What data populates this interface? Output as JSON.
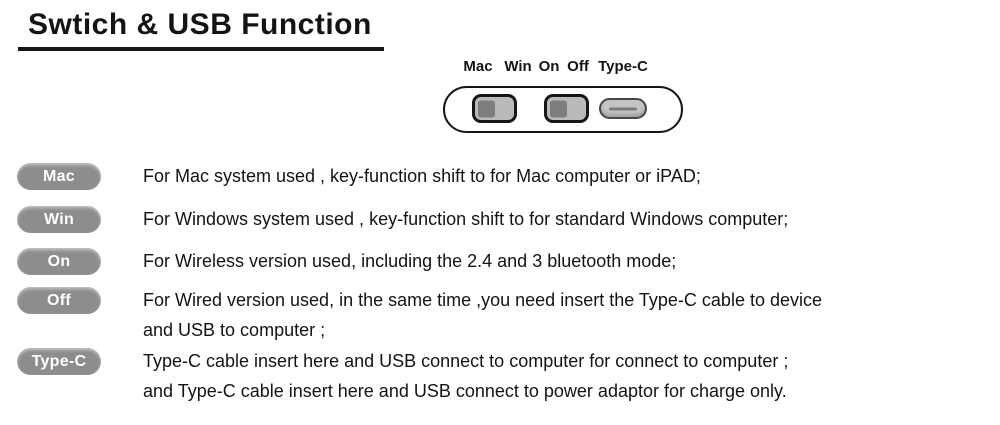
{
  "title": {
    "text": "Swtich & USB Function"
  },
  "diagram": {
    "labels": [
      "Mac",
      "Win",
      "On",
      "Off",
      "Type-C"
    ],
    "switch_1": {
      "position": "Mac"
    },
    "switch_2": {
      "position": "On"
    },
    "port": {
      "type": "Type-C"
    }
  },
  "legend": {
    "items": [
      {
        "badge": "Mac",
        "lines": [
          "For Mac system used , key-function shift to for Mac computer or iPAD;"
        ]
      },
      {
        "badge": "Win",
        "lines": [
          "For Windows system used , key-function shift to for standard Windows computer;"
        ]
      },
      {
        "badge": "On",
        "lines": [
          "For Wireless version used, including the 2.4 and 3 bluetooth mode;"
        ]
      },
      {
        "badge": "Off",
        "lines": [
          "For Wired version used, in the same time ,you need insert the Type-C cable to device",
          "and USB to computer ;"
        ]
      },
      {
        "badge": "Type-C",
        "lines": [
          "Type-C cable insert here and USB connect to computer for connect to computer ;",
          "and Type-C cable insert here and USB connect to power adaptor for charge only."
        ]
      }
    ]
  },
  "colors": {
    "badge": "#8d8d8d",
    "badge_text": "#ffffff",
    "switch_fill": "#bababa",
    "knob": "#7d7d7d",
    "port_fill": "#c4c4c4",
    "ink": "#141414"
  }
}
